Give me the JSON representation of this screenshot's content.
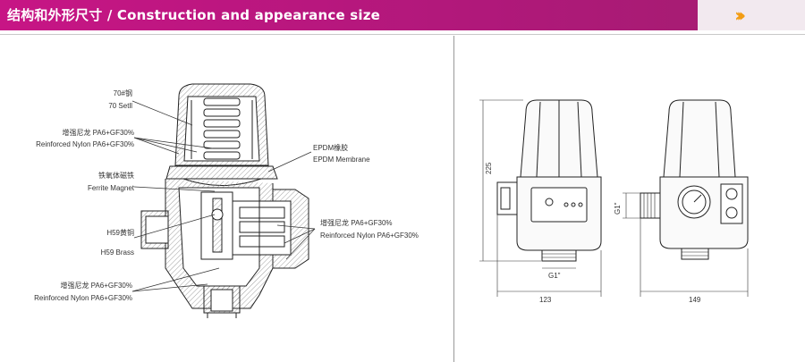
{
  "header": {
    "title": "结构和外形尺寸 / Construction and appearance size",
    "accent_color": "#c71585",
    "arrow_color": "#f39c12",
    "arrows_icon": "double-chevron-right-icon"
  },
  "labels": {
    "steel_cn": "70#钢",
    "steel_en": "70 Setll",
    "nylon1_cn": "增强尼龙 PA6+GF30%",
    "nylon1_en": "Reinforced Nylon PA6+GF30%",
    "magnet_cn": "铁氧体磁铁",
    "magnet_en": "Ferrite Magnet",
    "brass_cn": "H59黄铜",
    "brass_en": "H59 Brass",
    "nylon3_cn": "增强尼龙 PA6+GF30%",
    "nylon3_en": "Reinforced Nylon PA6+GF30%",
    "epdm_cn": "EPDM橡胶",
    "epdm_en": "EPDM Membrane",
    "nylon2_cn": "增强尼龙 PA6+GF30%",
    "nylon2_en": "Reinforced Nylon PA6+GF30%"
  },
  "dimensions": {
    "height": "225",
    "thread_bottom": "G1\"",
    "thread_side": "G1\"",
    "width_front": "123",
    "width_side": "149"
  }
}
